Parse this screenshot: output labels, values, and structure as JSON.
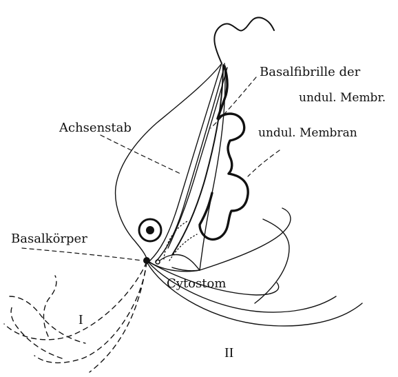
{
  "labels": {
    "basalfibrille_line1": "Basalfibrille der",
    "basalfibrille_line2": "undul. Membr.",
    "achsenstab": "Achsenstab",
    "undul_membran": "undul. Membran",
    "basalkoerper": "Basalkörper",
    "cytostom": "Cytostom",
    "numeral_one": "I",
    "numeral_two": "II"
  },
  "colors": {
    "ink": "#111111",
    "paper": "#ffffff"
  }
}
